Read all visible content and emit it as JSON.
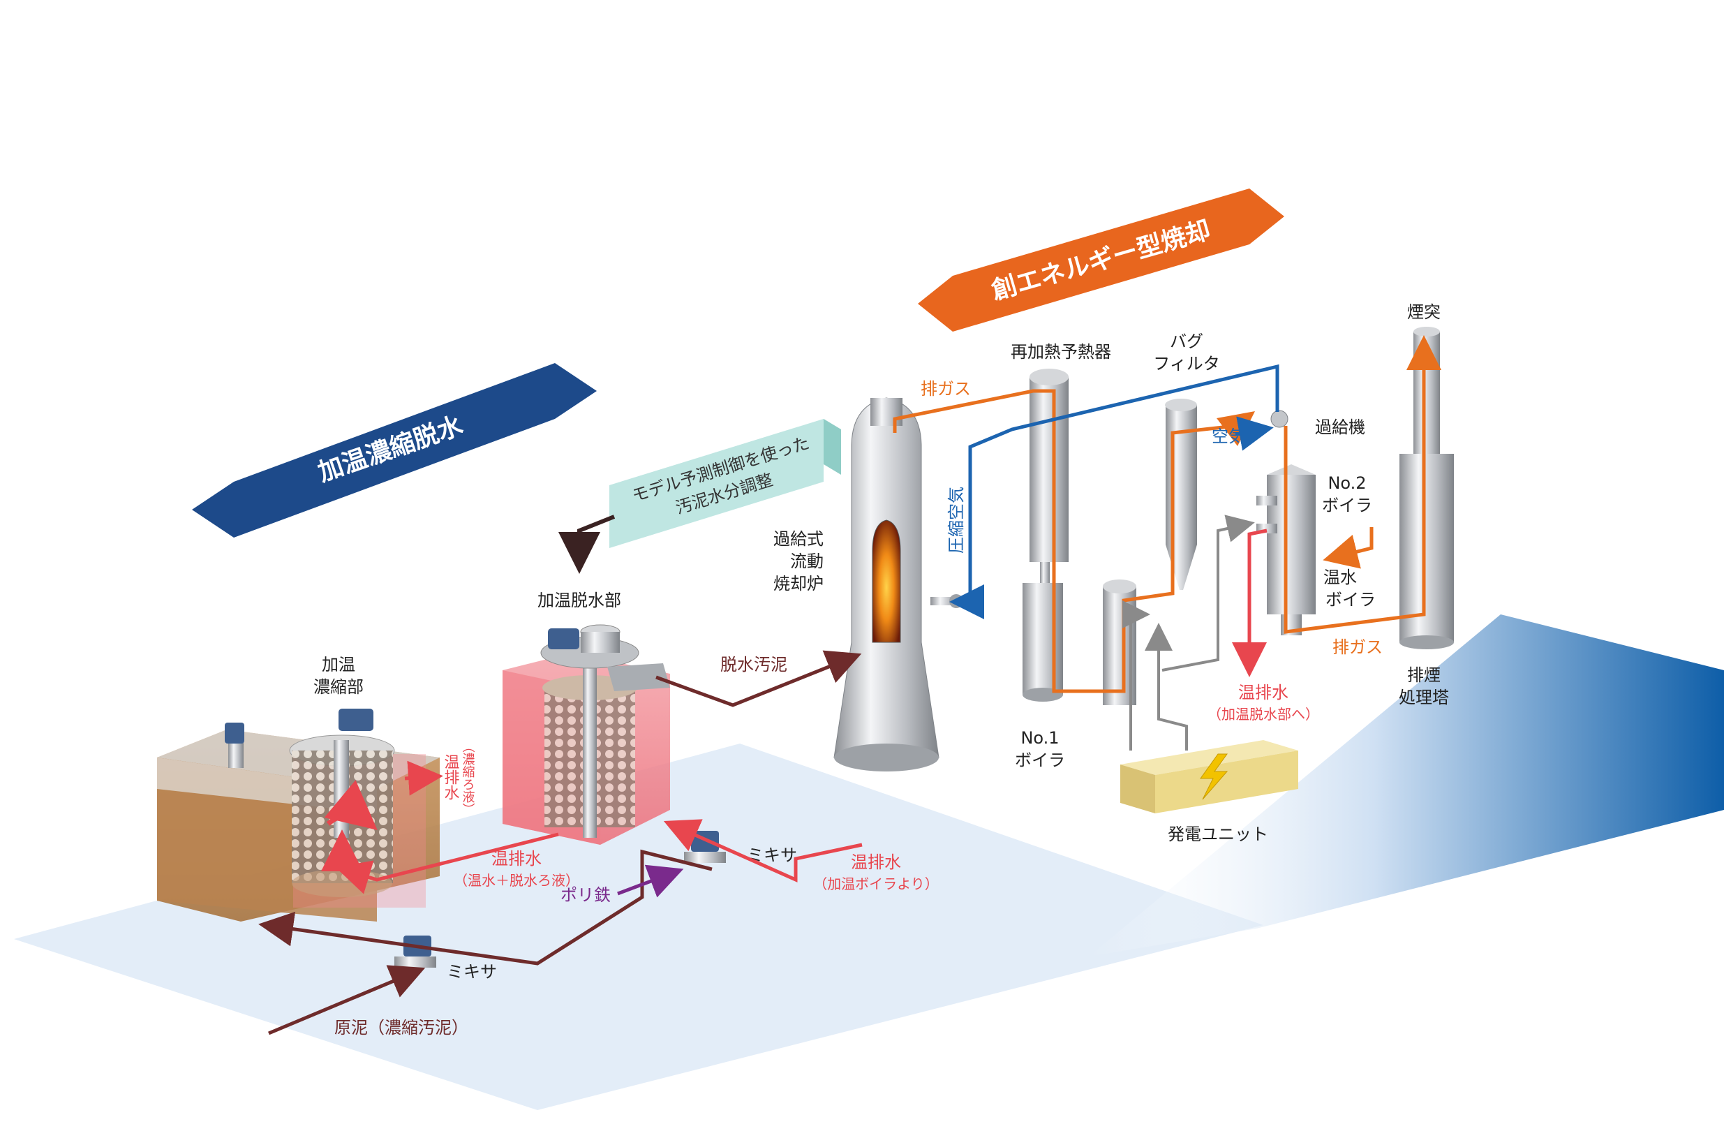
{
  "banners": {
    "left": "加温濃縮脱水",
    "right": "創エネルギー型焼却"
  },
  "control_box": {
    "line1": "モデル予測制御を使った",
    "line2": "汚泥水分調整"
  },
  "labels": {
    "concentration_unit_line1": "加温",
    "concentration_unit_line2": "濃縮部",
    "dewatering_unit": "加温脱水部",
    "furnace_line1": "過給式",
    "furnace_line2": "流動",
    "furnace_line3": "焼却炉",
    "reheater": "再加熱予熱器",
    "bag_filter_line1": "バグ",
    "bag_filter_line2": "フィルタ",
    "supercharger": "過給機",
    "boiler2_line1": "No.2",
    "boiler2_line2": "ボイラ",
    "hot_water_boiler_line1": "温水",
    "hot_water_boiler_line2": "ボイラ",
    "chimney": "煙突",
    "scrubber_line1": "排煙",
    "scrubber_line2": "処理塔",
    "boiler1_line1": "No.1",
    "boiler1_line2": "ボイラ",
    "power_unit": "発電ユニット",
    "mixer_a": "ミキサ",
    "mixer_b": "ミキサ"
  },
  "flows": {
    "exhaust_gas_1": "排ガス",
    "exhaust_gas_2": "排ガス",
    "compressed_air": "圧縮空気",
    "air": "空気",
    "dewatered_sludge": "脱水汚泥",
    "warm_drain_1_line1": "温排水",
    "warm_drain_1_line2": "（加温脱水部へ）",
    "warm_drain_2_line1": "温排水",
    "warm_drain_2_line2": "（温水＋脱水ろ液）",
    "warm_drain_3_line1": "温排水",
    "warm_drain_3_line2": "（加温ボイラより）",
    "warm_drain_vertical_a": "温排水",
    "warm_drain_vertical_b": "（濃縮ろ液）",
    "polyferric": "ポリ鉄",
    "raw_sludge": "原泥（濃縮汚泥）"
  },
  "colors": {
    "banner_left": "#1d4a8a",
    "banner_right": "#e8661e",
    "exhaust": "#e8701e",
    "air": "#1c64b0",
    "warm_water": "#e8464e",
    "sludge": "#6e2b2b",
    "polyferric": "#7a2a8c",
    "control_box": "#bfe6e2",
    "power_unit": "#ecd98a"
  }
}
